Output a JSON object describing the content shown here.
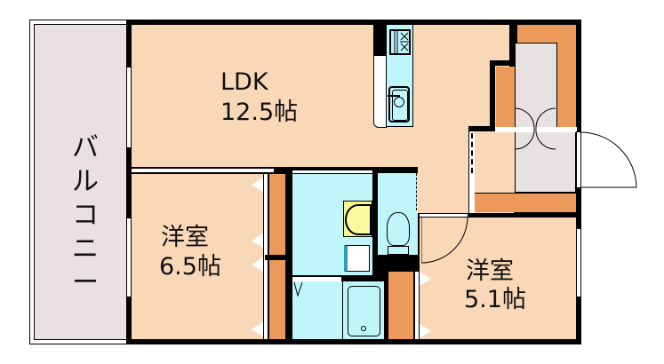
{
  "floorplan": {
    "rooms": {
      "ldk": {
        "name": "LDK",
        "size": "12.5帖"
      },
      "western_room_1": {
        "name": "洋室",
        "size": "6.5帖"
      },
      "western_room_2": {
        "name": "洋室",
        "size": "5.1帖"
      },
      "balcony": {
        "name": "バ\nル\nコ\nニ\nー"
      }
    },
    "colors": {
      "floor": "#f9d8b8",
      "closet": "#ec9a5c",
      "wet_area": "#bff6fb",
      "balcony": "#e8e0e1",
      "wall": "#000000",
      "washbasin": "#f7f78a"
    }
  }
}
